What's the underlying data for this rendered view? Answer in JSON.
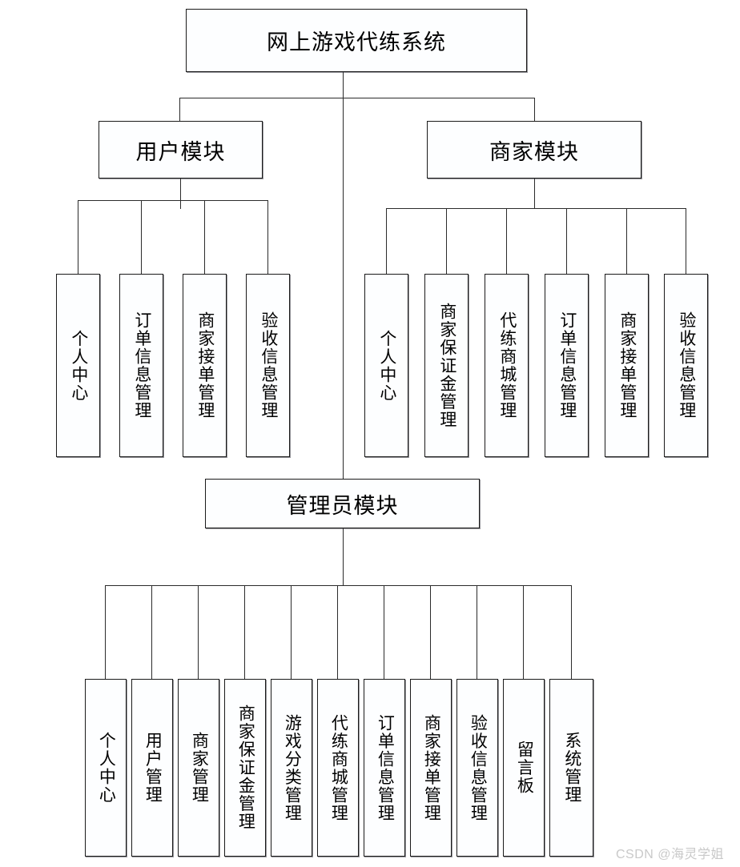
{
  "diagram": {
    "title": "网上游戏代练系统",
    "watermark": "CSDN @海灵学姐",
    "root": {
      "label": "网上游戏代练系统"
    },
    "modules": [
      {
        "id": "user",
        "label": "用户模块"
      },
      {
        "id": "merchant",
        "label": "商家模块"
      },
      {
        "id": "admin",
        "label": "管理员模块"
      }
    ],
    "user_children": [
      {
        "label": "个人中心"
      },
      {
        "label": "订单信息管理"
      },
      {
        "label": "商家接单管理"
      },
      {
        "label": "验收信息管理"
      }
    ],
    "merchant_children": [
      {
        "label": "个人中心"
      },
      {
        "label": "商家保证金管理"
      },
      {
        "label": "代练商城管理"
      },
      {
        "label": "订单信息管理"
      },
      {
        "label": "商家接单管理"
      },
      {
        "label": "验收信息管理"
      }
    ],
    "admin_children": [
      {
        "label": "个人中心"
      },
      {
        "label": "用户管理"
      },
      {
        "label": "商家管理"
      },
      {
        "label": "商家保证金管理"
      },
      {
        "label": "游戏分类管理"
      },
      {
        "label": "代练商城管理"
      },
      {
        "label": "订单信息管理"
      },
      {
        "label": "商家接单管理"
      },
      {
        "label": "验收信息管理"
      },
      {
        "label": "留言板"
      },
      {
        "label": "系统管理"
      }
    ],
    "colors": {
      "box_border": "#1a1a1a",
      "box_fill": "#fdfeff",
      "line": "#2b2b2b",
      "text": "#000000",
      "watermark": "#c9c9c9"
    }
  }
}
